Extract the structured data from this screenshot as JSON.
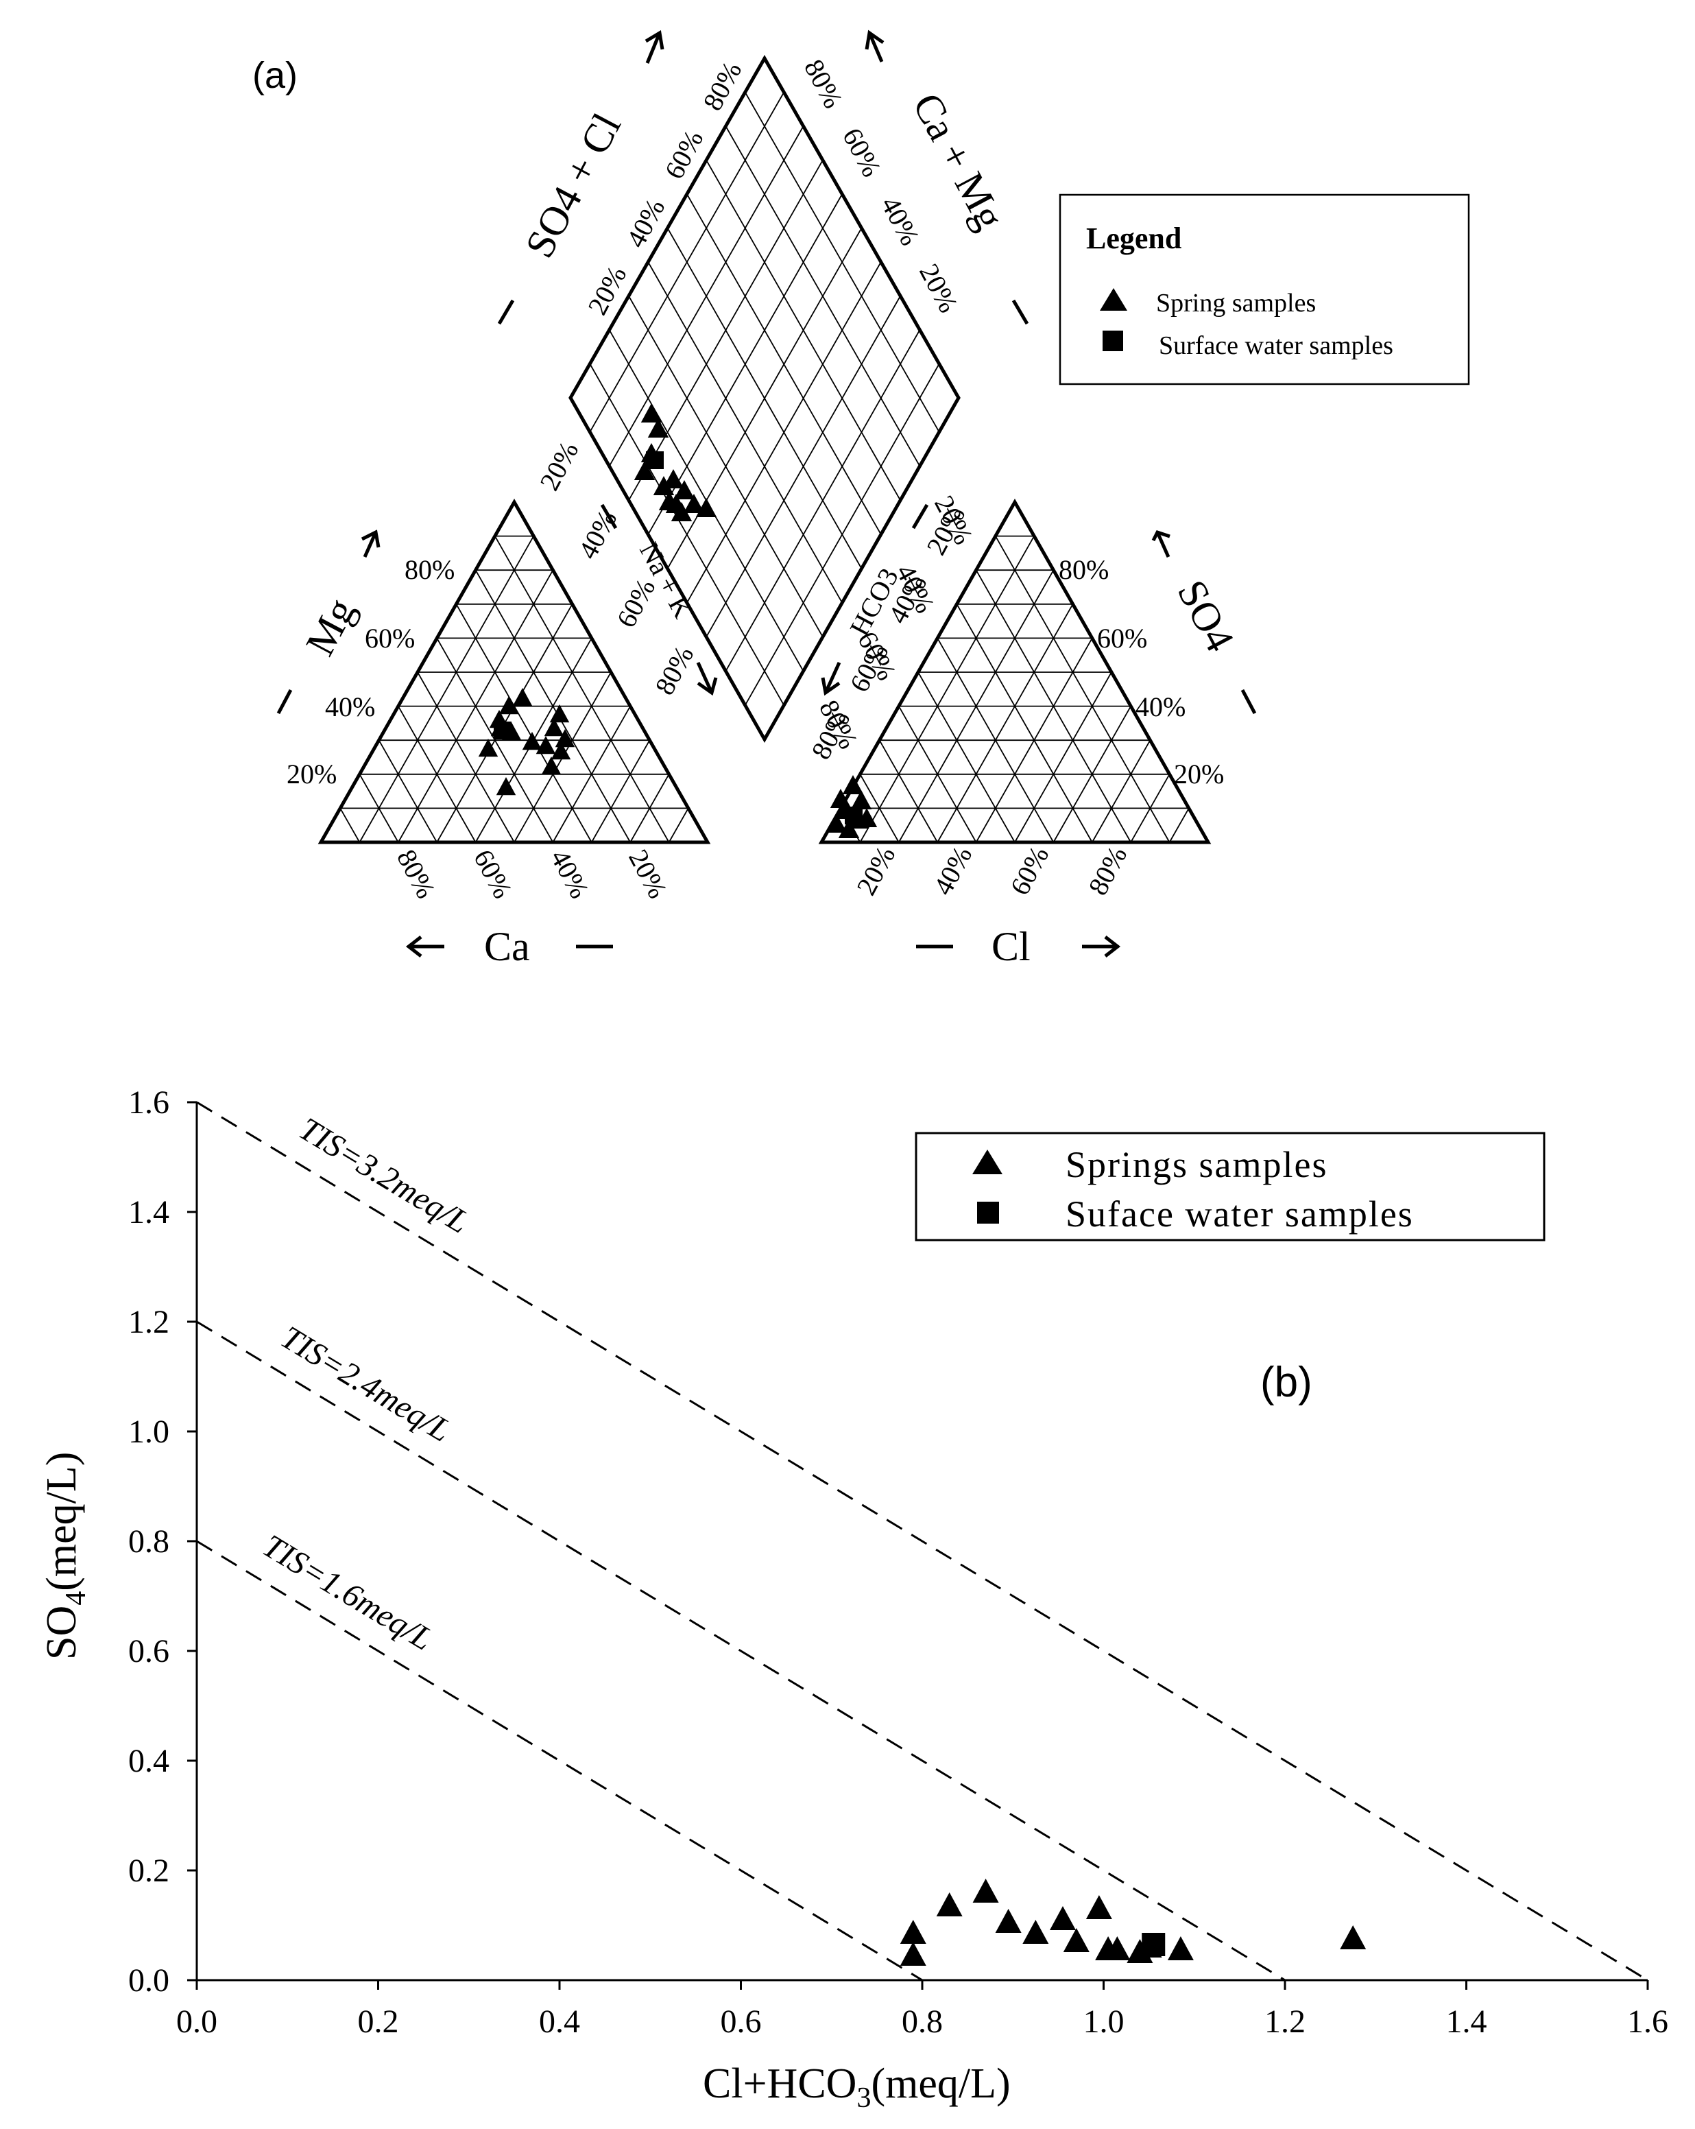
{
  "panel_a": {
    "label": "(a)",
    "cation": {
      "mg_label": "Mg",
      "ca_label": "Ca",
      "left_ticks": [
        "20%",
        "40%",
        "60%",
        "80%"
      ],
      "bottom_ticks": [
        "80%",
        "60%",
        "40%",
        "20%"
      ]
    },
    "anion": {
      "so4_label": "SO4",
      "cl_label": "Cl",
      "left_ticks": [
        "20%",
        "40%",
        "60%",
        "80%"
      ],
      "right_ticks": [
        "80%",
        "60%",
        "40%",
        "20%"
      ],
      "bottom_ticks": [
        "20%",
        "40%",
        "60%",
        "80%"
      ]
    },
    "diamond": {
      "top_left_label": "SO4 + Cl",
      "top_right_label": "Ca + Mg",
      "bottom_left_label": "Na + K",
      "bottom_right_label": "HCO3",
      "top_left_ticks": [
        "20%",
        "40%",
        "60%",
        "80%"
      ],
      "top_right_ticks": [
        "80%",
        "60%",
        "40%",
        "20%"
      ],
      "bottom_left_ticks": [
        "20%",
        "40%",
        "60%",
        "80%"
      ],
      "bottom_right_ticks": [
        "20%",
        "40%",
        "60%",
        "80%"
      ]
    },
    "legend": {
      "title": "Legend",
      "spring": "Spring samples",
      "surface": "Surface water samples"
    }
  },
  "chart_data": [
    {
      "type": "scatter",
      "panel": "(b)",
      "xlabel": "Cl+HCO3(meq/L)",
      "ylabel": "SO4(meq/L)",
      "xlim": [
        0.0,
        1.6
      ],
      "ylim": [
        0.0,
        1.6
      ],
      "xticks": [
        "0.0",
        "0.2",
        "0.4",
        "0.6",
        "0.8",
        "1.0",
        "1.2",
        "1.4",
        "1.6"
      ],
      "yticks": [
        "0.0",
        "0.2",
        "0.4",
        "0.6",
        "0.8",
        "1.0",
        "1.2",
        "1.4",
        "1.6"
      ],
      "grid": false,
      "legend_position": "top-right",
      "reference_lines": [
        {
          "label": "TIS=3.2meq/L",
          "x": [
            0.0,
            1.6
          ],
          "y": [
            1.6,
            0.0
          ]
        },
        {
          "label": "TIS=2.4meq/L",
          "x": [
            0.0,
            1.2
          ],
          "y": [
            1.2,
            0.0
          ]
        },
        {
          "label": "TIS=1.6meq/L",
          "x": [
            0.0,
            0.8
          ],
          "y": [
            0.8,
            0.0
          ]
        }
      ],
      "series": [
        {
          "name": "Springs samples",
          "marker": "triangle",
          "x": [
            0.79,
            0.79,
            0.83,
            0.87,
            0.895,
            0.925,
            0.955,
            0.97,
            0.995,
            1.005,
            1.015,
            1.04,
            1.05,
            1.085,
            1.275
          ],
          "y": [
            0.085,
            0.045,
            0.135,
            0.16,
            0.105,
            0.085,
            0.11,
            0.07,
            0.13,
            0.055,
            0.055,
            0.05,
            0.06,
            0.055,
            0.075
          ]
        },
        {
          "name": "Suface water samples",
          "marker": "square",
          "x": [
            1.055
          ],
          "y": [
            0.065
          ]
        }
      ]
    }
  ]
}
